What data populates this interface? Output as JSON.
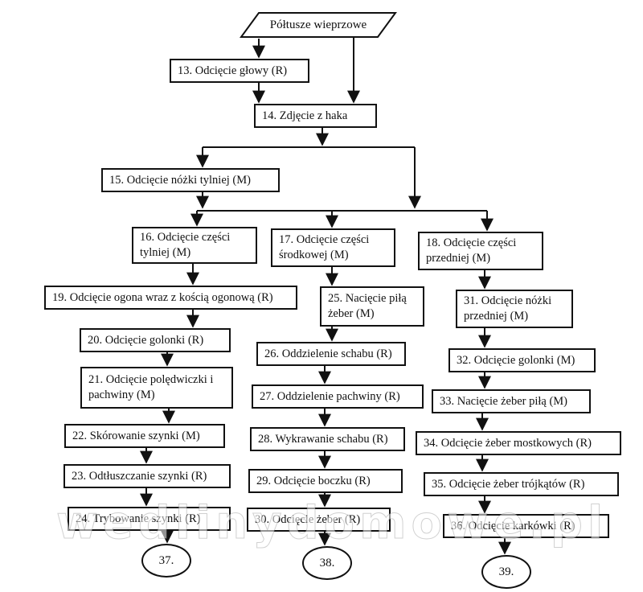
{
  "start": "Półtusze wieprzowe",
  "steps": {
    "s13": "13. Odcięcie głowy (R)",
    "s14": "14. Zdjęcie z haka",
    "s15": "15. Odcięcie nóżki tylniej (M)",
    "s16": "16. Odcięcie części tylniej (M)",
    "s17": "17. Odcięcie części środkowej (M)",
    "s18": "18. Odcięcie części przedniej (M)",
    "s19": "19. Odcięcie ogona wraz z kością ogonową (R)",
    "s20": "20. Odcięcie golonki (R)",
    "s21": "21. Odcięcie polędwiczki i pachwiny (M)",
    "s22": "22. Skórowanie szynki (M)",
    "s23": "23. Odtłuszczanie szynki (R)",
    "s24": "24. Trybowanie szynki (R)",
    "s25": "25. Nacięcie piłą żeber (M)",
    "s26": "26. Oddzielenie schabu (R)",
    "s27": "27. Oddzielenie pachwiny (R)",
    "s28": "28. Wykrawanie schabu (R)",
    "s29": "29. Odcięcie boczku (R)",
    "s30": "30. Odcięcie żeber (R)",
    "s31": "31. Odcięcie nóżki przedniej (M)",
    "s32": "32. Odcięcie golonki (M)",
    "s33": "33. Nacięcie żeber piłą (M)",
    "s34": "34. Odcięcie żeber mostkowych (R)",
    "s35": "35. Odcięcie żeber trójkątów (R)",
    "s36": "36. Odcięcie karkówki (R)"
  },
  "ends": {
    "e37": "37.",
    "e38": "38.",
    "e39": "39."
  },
  "watermark": "wedlinydomowe.pl"
}
